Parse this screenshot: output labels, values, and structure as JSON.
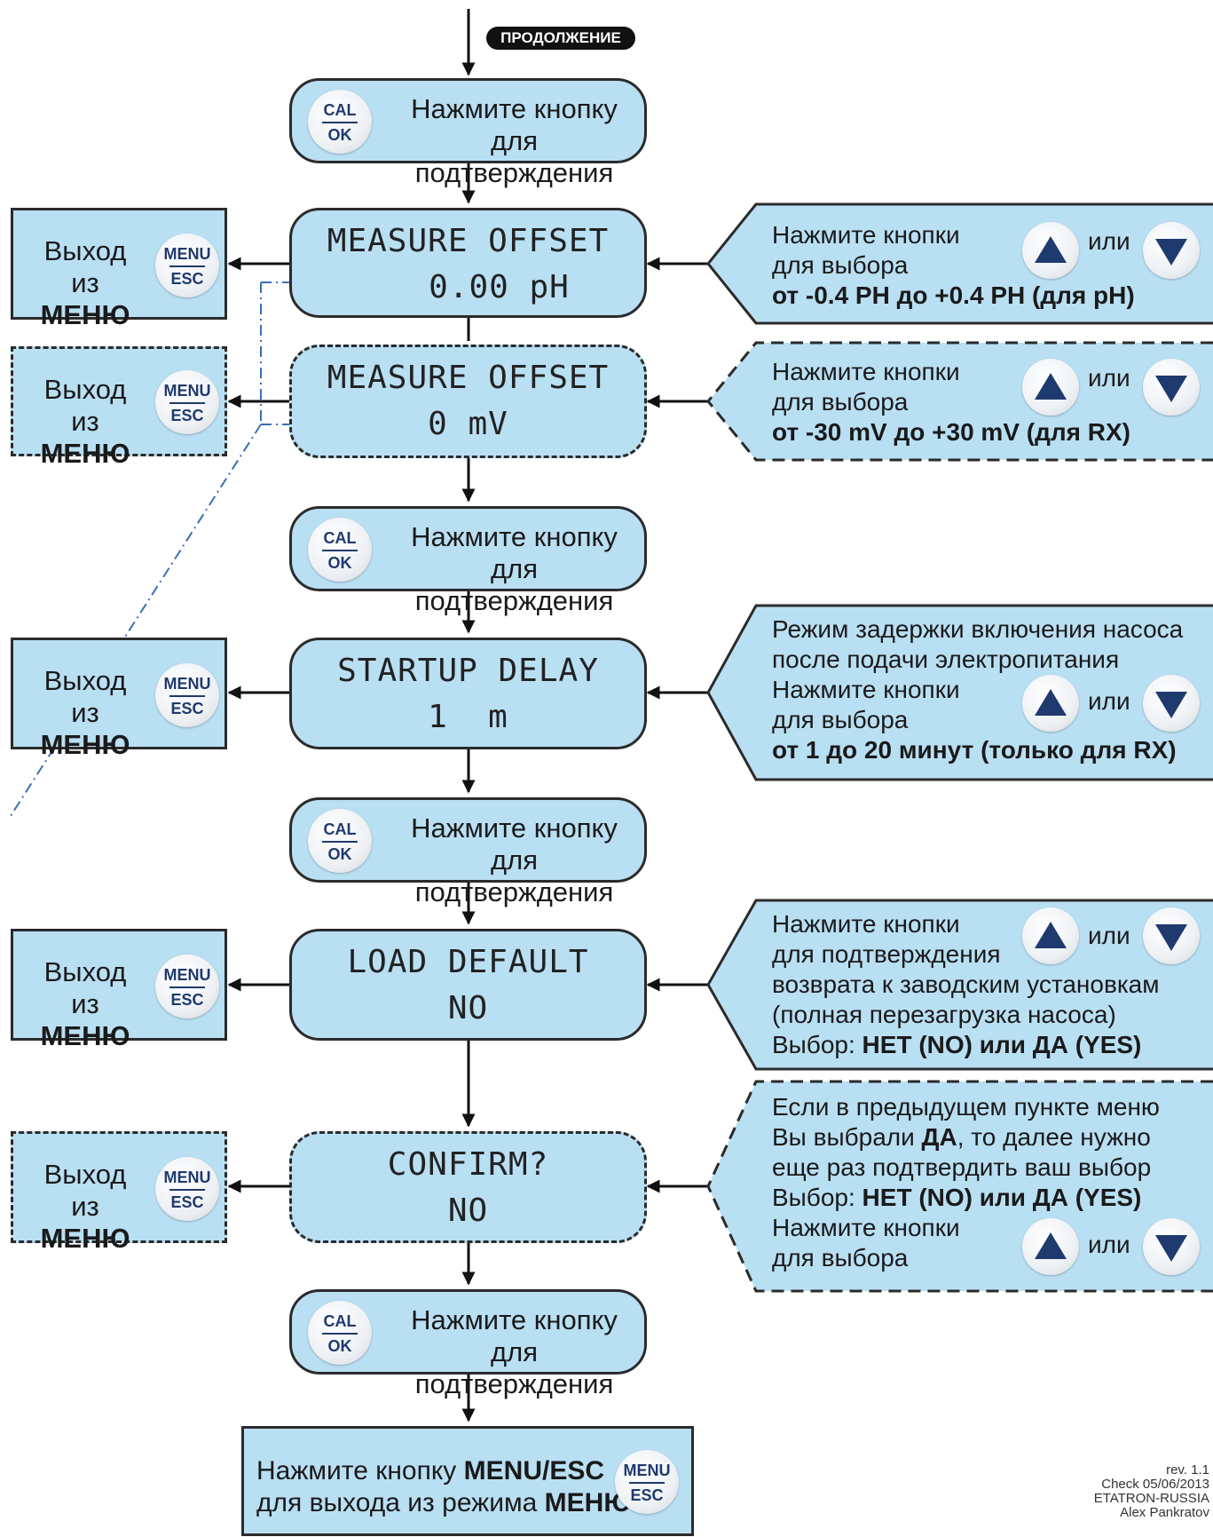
{
  "continue_label": "ПРОДОЛЖЕНИЕ",
  "buttons": {
    "cal": "CAL",
    "ok": "OK",
    "menu": "MENU",
    "esc": "ESC"
  },
  "confirm": {
    "line1": "Нажмите кнопку",
    "line2": "для подтверждения"
  },
  "exit": {
    "line1": "Выход из",
    "line2": "МЕНЮ"
  },
  "or_label": "или",
  "screens": {
    "offset_ph": {
      "line1": "MEASURE OFFSET",
      "line2": "0.00 pH"
    },
    "offset_mv": {
      "line1": "MEASURE OFFSET",
      "line2": "0 mV"
    },
    "startup": {
      "line1": "STARTUP DELAY",
      "line2": "1  m"
    },
    "load_default": {
      "line1": "LOAD DEFAULT",
      "line2": "NO"
    },
    "confirm_q": {
      "line1": "CONFIRM?",
      "line2": "NO"
    }
  },
  "info": {
    "offset_ph": {
      "l1": "Нажмите кнопки",
      "l2": "для выбора",
      "l3": "от -0.4 PH до +0.4 PH (для pH)"
    },
    "offset_mv": {
      "l1": "Нажмите кнопки",
      "l2": "для выбора",
      "l3": "от -30 mV до +30 mV (для RX)"
    },
    "startup": {
      "l1": "Режим задержки включения насоса",
      "l2": "после подачи электропитания",
      "l3": "Нажмите кнопки",
      "l4": "для выбора",
      "l5": "от 1 до 20 минут (только для RX)"
    },
    "load_default": {
      "l1": "Нажмите кнопки",
      "l2": "для подтверждения",
      "l3": "возврата к заводским установкам",
      "l4": "(полная перезагрузка насоса)",
      "l5a": "Выбор: ",
      "l5b": "НЕТ (NO) или ДА (YES)"
    },
    "confirm_q": {
      "l1": "Если в предыдущем пункте меню",
      "l2a": "Вы выбрали ",
      "l2b": "ДА",
      "l2c": ", то далее нужно",
      "l3": "еще раз подтвердить ваш выбор",
      "l4a": "Выбор: ",
      "l4b": "НЕТ (NO) или ДА (YES)",
      "l5": "Нажмите кнопки",
      "l6": "для выбора"
    }
  },
  "final": {
    "l1a": "Нажмите кнопку ",
    "l1b": "MENU/ESC",
    "l2a": "для выхода из режима ",
    "l2b": "МЕНЮ"
  },
  "revision": {
    "l1": "rev. 1.1",
    "l2": "Check 05/06/2013",
    "l3": "ETATRON-RUSSIA",
    "l4": "Alex Pankratov"
  },
  "colors": {
    "box_fill": "#b9dff3",
    "border": "#2b2b2b",
    "button_text": "#1f3a6e",
    "leader_line": "#3a6fb5"
  }
}
